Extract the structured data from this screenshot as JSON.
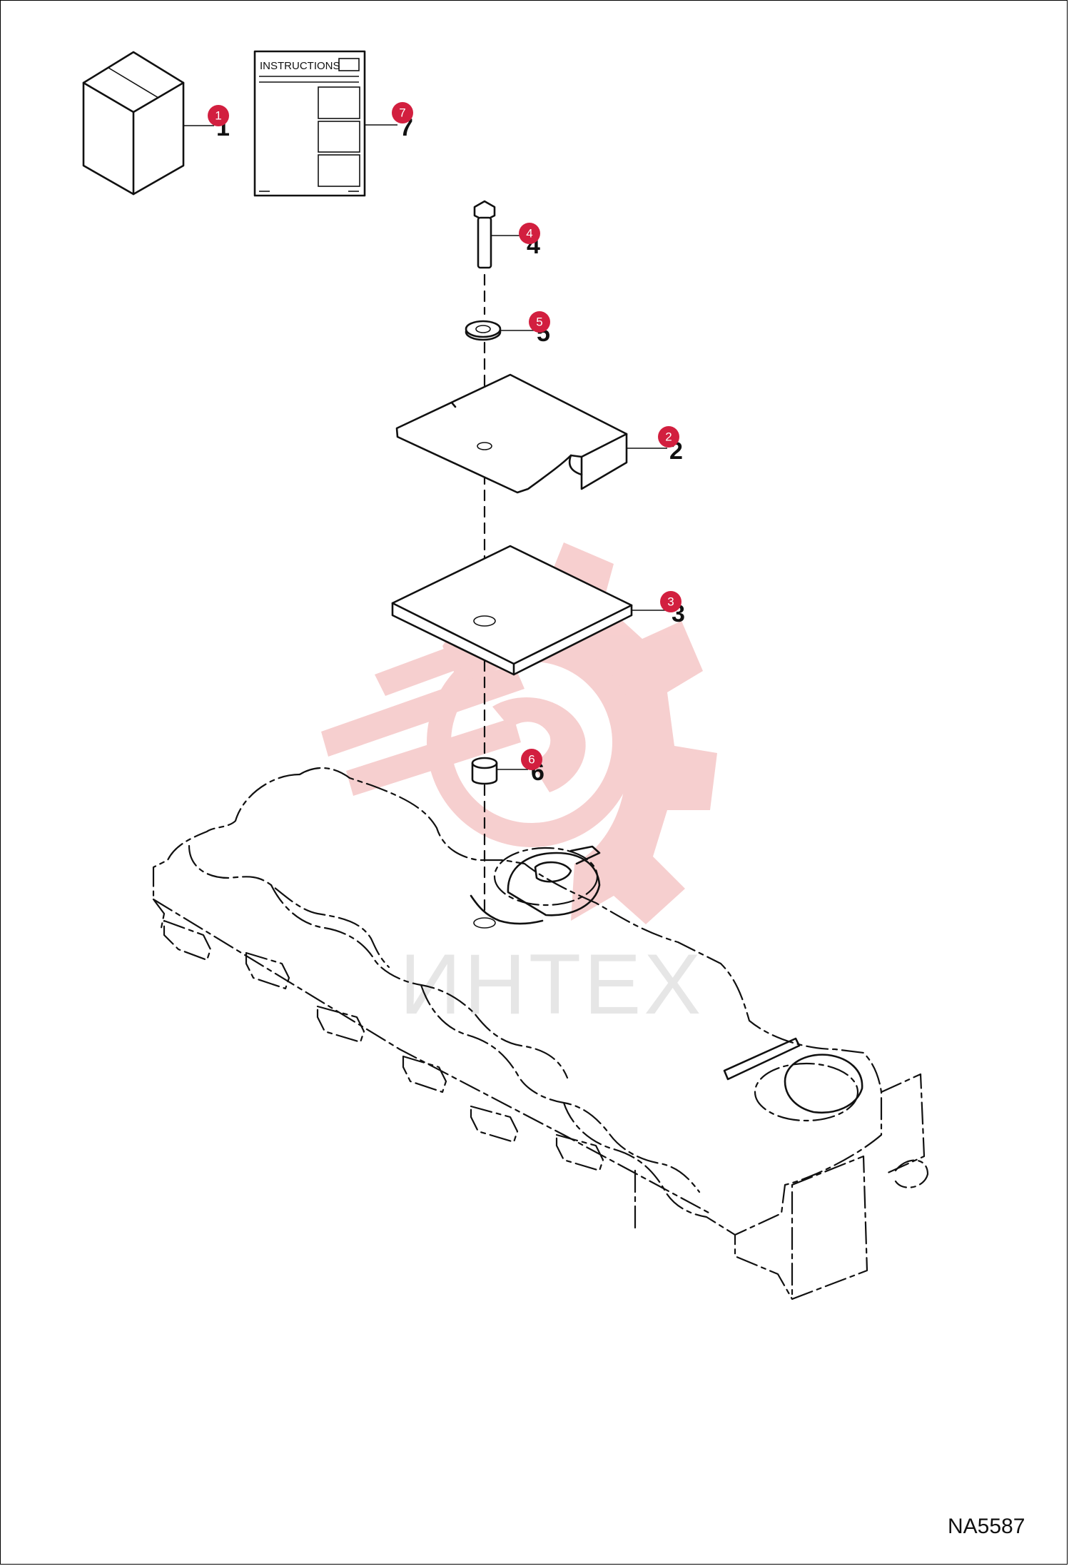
{
  "diagram": {
    "drawing_code": "NA5587",
    "instructions_label": "INSTRUCTIONS",
    "watermark_text": "ИНТЕХ",
    "badge_color": "#d21f3f",
    "watermark_color": "#f4c6c6",
    "callouts": [
      {
        "id": "1",
        "label": "1"
      },
      {
        "id": "7",
        "label": "7"
      },
      {
        "id": "4",
        "label": "4"
      },
      {
        "id": "5",
        "label": "5"
      },
      {
        "id": "2",
        "label": "2"
      },
      {
        "id": "3",
        "label": "3"
      },
      {
        "id": "6",
        "label": "6"
      }
    ]
  }
}
